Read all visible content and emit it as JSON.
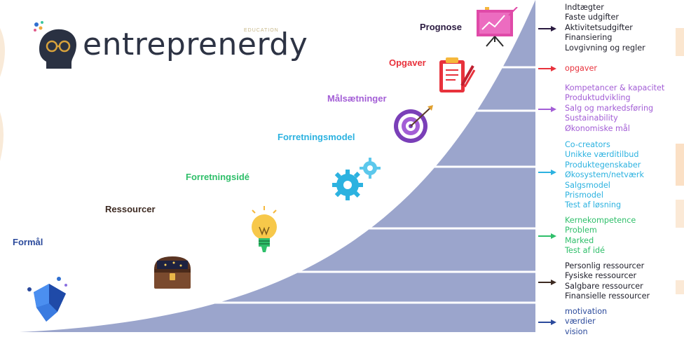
{
  "brand": {
    "name": "entreprenerdy",
    "tagline": "EDUCATION",
    "colors": {
      "text": "#2d3344",
      "head": "#2a3142",
      "glasses": "#d8a23c"
    }
  },
  "stages": [
    {
      "id": "formaal",
      "label": "Formål",
      "color": "#2b4a9c",
      "icon": "crystal-icon",
      "items": [
        "motivation",
        "værdier",
        "vision"
      ]
    },
    {
      "id": "ressourcer",
      "label": "Ressourcer",
      "color": "#3d2a22",
      "icon": "treasure-chest-icon",
      "items": [
        "Personlig ressourcer",
        "Fysiske ressourcer",
        "Salgbare ressourcer",
        "Finansielle ressourcer"
      ]
    },
    {
      "id": "forretningside",
      "label": "Forretningsidé",
      "color": "#2fbf6a",
      "icon": "lightbulb-icon",
      "items": [
        "Kernekompetence",
        "Problem",
        "Marked",
        "Test af idé"
      ]
    },
    {
      "id": "forretningsmodel",
      "label": "Forretningsmodel",
      "color": "#2cb2e0",
      "icon": "gears-icon",
      "items": [
        "Co-creators",
        "Unikke værditilbud",
        "Produktegenskaber",
        "Økosystem/netværk",
        "Salgsmodel",
        "Prismodel",
        "Test af løsning"
      ]
    },
    {
      "id": "maalsaetninger",
      "label": "Målsætninger",
      "color": "#a35ed6",
      "icon": "target-icon",
      "items": [
        "Kompetancer & kapacitet",
        "Produktudvikling",
        "Salg og markedsføring",
        "Sustainability",
        "Økonomiske mål"
      ]
    },
    {
      "id": "opgaver",
      "label": "Opgaver",
      "color": "#e8323c",
      "icon": "clipboard-icon",
      "items": [
        "opgaver"
      ]
    },
    {
      "id": "prognose",
      "label": "Prognose",
      "color": "#2a1a40",
      "icon": "presentation-board-icon",
      "items": [
        "Indtægter",
        "Faste udgifter",
        "Aktivitetsudgifter",
        "Finansiering",
        "Lovgivning og regler"
      ]
    }
  ],
  "palette": {
    "ramp": "#9ba5cc",
    "ramp_line": "#ffffff",
    "edge_deco": "#f9e3c8"
  }
}
